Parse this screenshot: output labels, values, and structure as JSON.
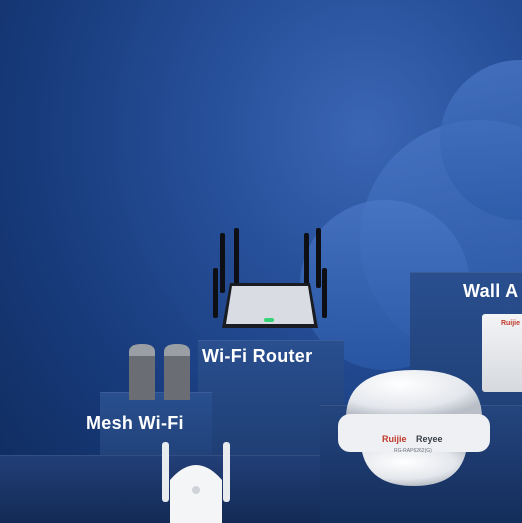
{
  "labels": {
    "wifi_router": "Wi-Fi Router",
    "mesh_wifi": "Mesh Wi-Fi",
    "wall_ap": "Wall A"
  },
  "branding": {
    "ruijie": "Ruijie",
    "reyee": "Reyee",
    "model": "RG-RAP6262(G)"
  },
  "colors": {
    "background": "#1e468c",
    "podium": "#1c3c74",
    "label_text": "#ffffff"
  }
}
